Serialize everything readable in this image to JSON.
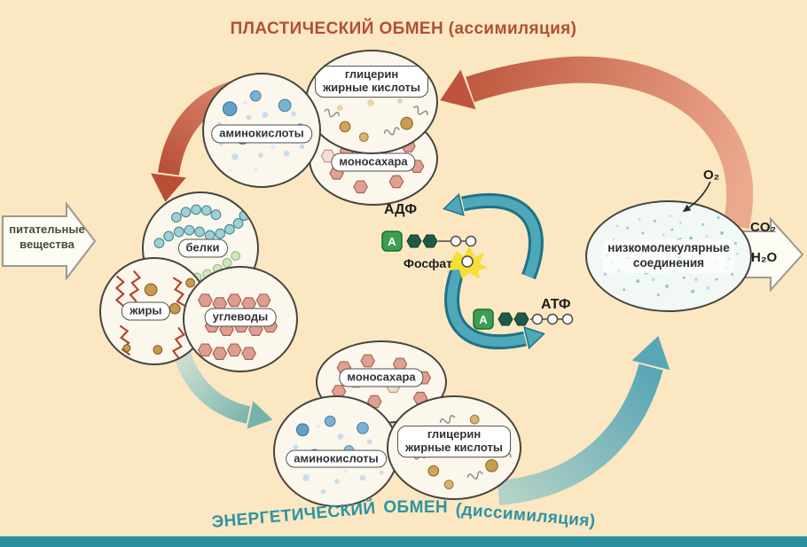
{
  "titles": {
    "top": "ПЛАСТИЧЕСКИЙ ОБМЕН (ассимиляция)",
    "bottom_parts": [
      "ЭНЕРГЕТИЧЕСКИЙ",
      "ОБМЕН",
      "(диссимиляция)"
    ]
  },
  "input_arrow": {
    "line1": "питательные",
    "line2": "вещества"
  },
  "bubbles": {
    "amino": "аминокислоты",
    "glycerin_line1": "глицерин",
    "glycerin_line2": "жирные кислоты",
    "mono": "моносахара",
    "proteins": "белки",
    "fats": "жиры",
    "carbs": "углеводы",
    "lowmol_line1": "низкомолекулярные",
    "lowmol_line2": "соединения"
  },
  "energy_cycle": {
    "adp": "АДФ",
    "atp": "АТФ",
    "phosphate": "Фосфат",
    "adenine": "А"
  },
  "gases": {
    "o2": "O₂",
    "co2": "CO₂",
    "h2o": "H₂O"
  },
  "colors": {
    "background": "#fbe7c1",
    "assimilation_red": "#b14f38",
    "dissimilation_teal": "#2d94a4",
    "cycle_teal": "#4fa8ba",
    "bottom_bar": "#2b8fa0",
    "phosphate_highlight": "#f6df35"
  }
}
